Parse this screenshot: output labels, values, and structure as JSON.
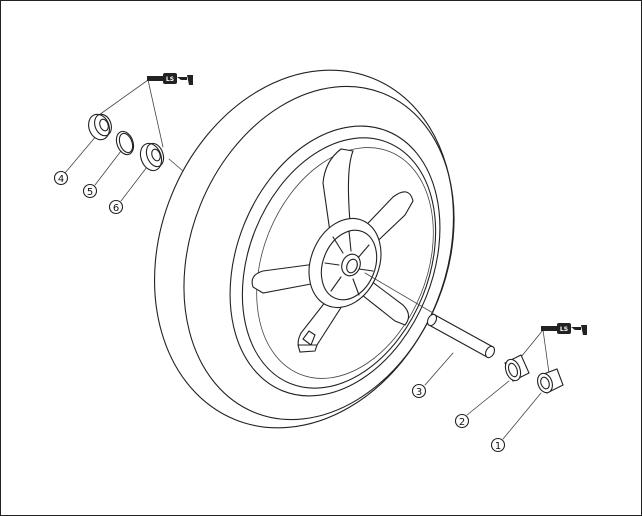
{
  "diagram": {
    "callouts": [
      {
        "id": "1",
        "label": "1"
      },
      {
        "id": "2",
        "label": "2"
      },
      {
        "id": "3",
        "label": "3"
      },
      {
        "id": "4",
        "label": "4"
      },
      {
        "id": "5",
        "label": "5"
      },
      {
        "id": "6",
        "label": "6"
      }
    ],
    "lubricant_symbol_text": "LS"
  }
}
